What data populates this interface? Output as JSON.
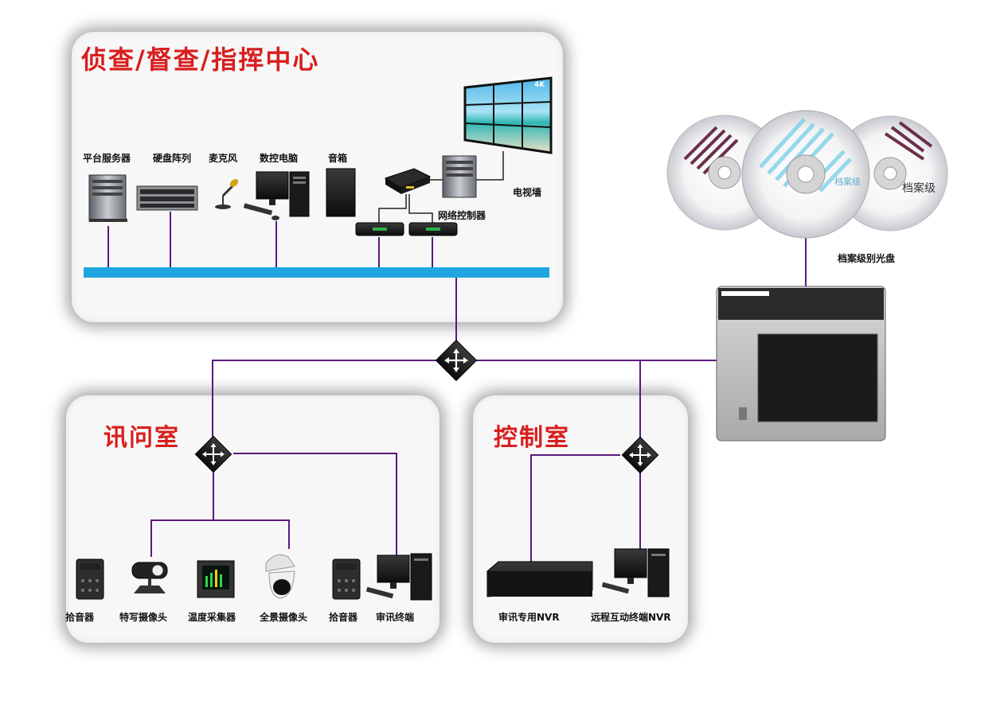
{
  "titles": {
    "command_center": "侦查/督查/指挥中心",
    "interrogation_room": "讯问室",
    "control_room": "控制室"
  },
  "command_devices": {
    "platform_server": "平台服务器",
    "disk_array": "硬盘阵列",
    "microphone": "麦克风",
    "control_pc": "数控电脑",
    "speaker": "音箱",
    "network_controller": "网络控制器",
    "video_wall": "电视墙",
    "video_wall_badge": "4K"
  },
  "archive": {
    "disc_label": "档案级别光盘",
    "disc_text_right": "档案级",
    "disc_text_middle": "档案级"
  },
  "interrogation_devices": {
    "sound_pickup_1": "拾音器",
    "closeup_camera": "特写摄像头",
    "temp_collector": "温度采集器",
    "panoramic_camera": "全景摄像头",
    "sound_pickup_2": "拾音器",
    "interrogation_terminal": "审讯终端"
  },
  "control_devices": {
    "nvr": "审讯专用NVR",
    "remote_terminal": "远程互动终端NVR"
  },
  "colors": {
    "title_red": "#d81e1e",
    "link_purple": "#5b1a7e",
    "bus_blue": "#1fa6e0"
  }
}
